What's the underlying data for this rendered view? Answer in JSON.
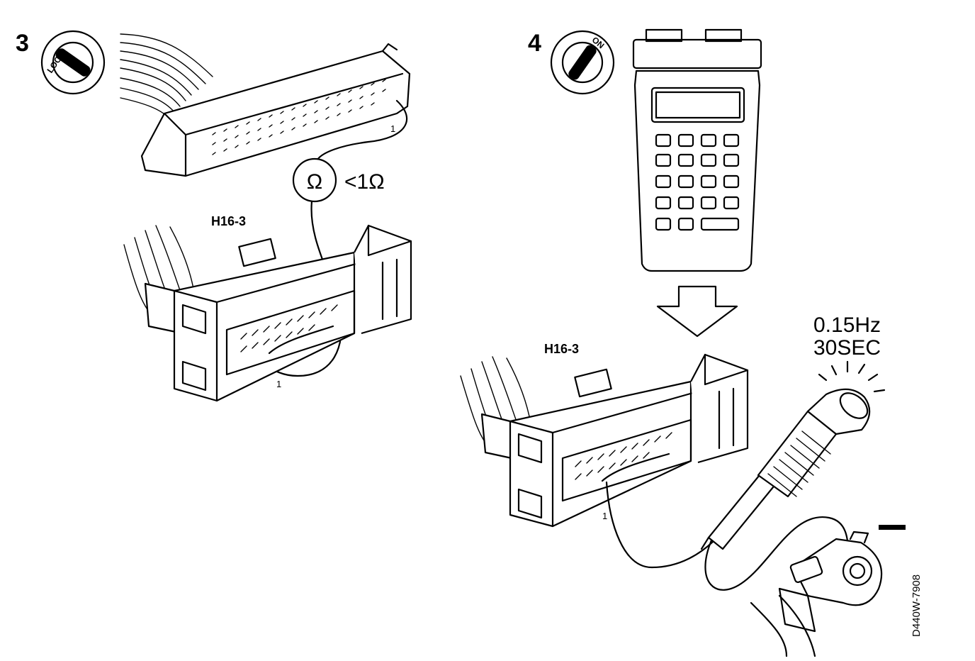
{
  "steps": {
    "step3": {
      "number": "3",
      "switch_label": "LOCK",
      "connector_label": "H16-3",
      "meter_symbol": "Ω",
      "resistance_spec": "<1Ω",
      "pin_upper": "1",
      "pin_lower": "1"
    },
    "step4": {
      "number": "4",
      "switch_label": "ON",
      "connector_label": "H16-3",
      "pin": "1",
      "frequency": "0.15Hz",
      "duration": "30SEC"
    }
  },
  "figure_code": "D440W-7908"
}
